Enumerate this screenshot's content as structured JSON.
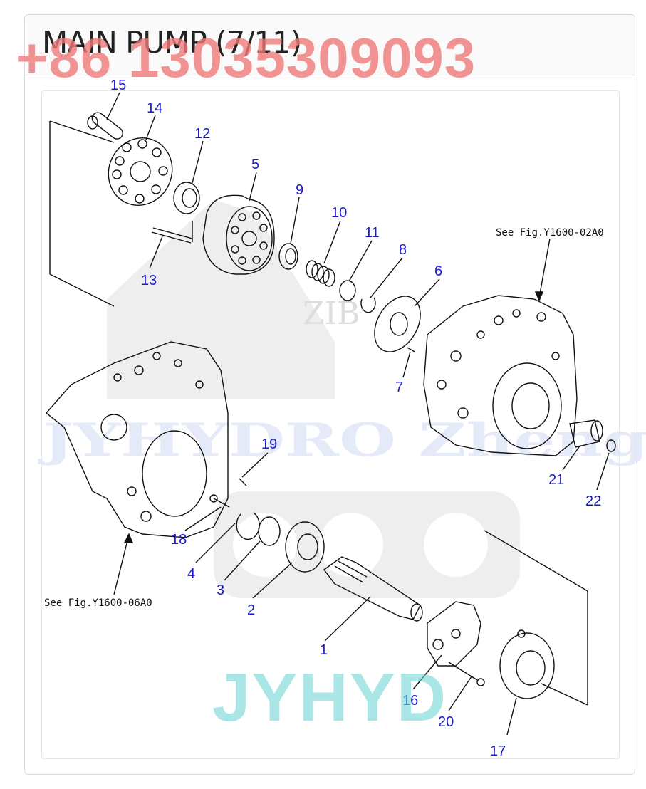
{
  "title": "MAIN PUMP (7/11)",
  "watermark_phone": "+86 13035309093",
  "watermark_brand": "JYHYD",
  "watermark_mid": "ZIB",
  "watermark_band": "JYHYDRO Zheng",
  "notes": {
    "ref_top": "See Fig.Y1600-02A0",
    "ref_left": "See Fig.Y1600-06A0"
  },
  "callouts": {
    "c1": "1",
    "c2": "2",
    "c3": "3",
    "c4": "4",
    "c5": "5",
    "c6": "6",
    "c7": "7",
    "c8": "8",
    "c9": "9",
    "c10": "10",
    "c11": "11",
    "c12": "12",
    "c13": "13",
    "c14": "14",
    "c15": "15",
    "c16": "16",
    "c17": "17",
    "c18": "18",
    "c19": "19",
    "c20": "20",
    "c21": "21",
    "c22": "22"
  },
  "colors": {
    "callout": "#1a1acc",
    "watermark_phone": "#f07a7a",
    "watermark_brand": "#74d6d6"
  }
}
